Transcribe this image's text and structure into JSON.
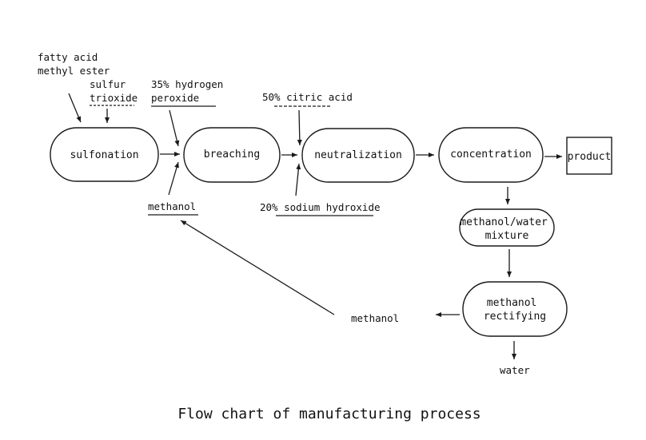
{
  "nodes": {
    "sulfonation": "sulfonation",
    "breaching": "breaching",
    "neutralization": "neutralization",
    "concentration": "concentration",
    "product": "product",
    "methanol_water": [
      "methanol/water",
      "mixture"
    ],
    "rectifying": [
      "methanol",
      "rectifying"
    ]
  },
  "inputs": {
    "fatty_acid": [
      "fatty acid",
      "methyl ester"
    ],
    "sulfur_trioxide": [
      "sulfur",
      "trioxide"
    ],
    "hydrogen_peroxide": [
      "35% hydrogen",
      "peroxide"
    ],
    "citric_acid": "50% citric acid",
    "methanol_in": "methanol",
    "sodium_hydroxide": "20% sodium hydroxide"
  },
  "outputs": {
    "methanol_out": "methanol",
    "water": "water"
  },
  "caption": "Flow chart of manufacturing process"
}
